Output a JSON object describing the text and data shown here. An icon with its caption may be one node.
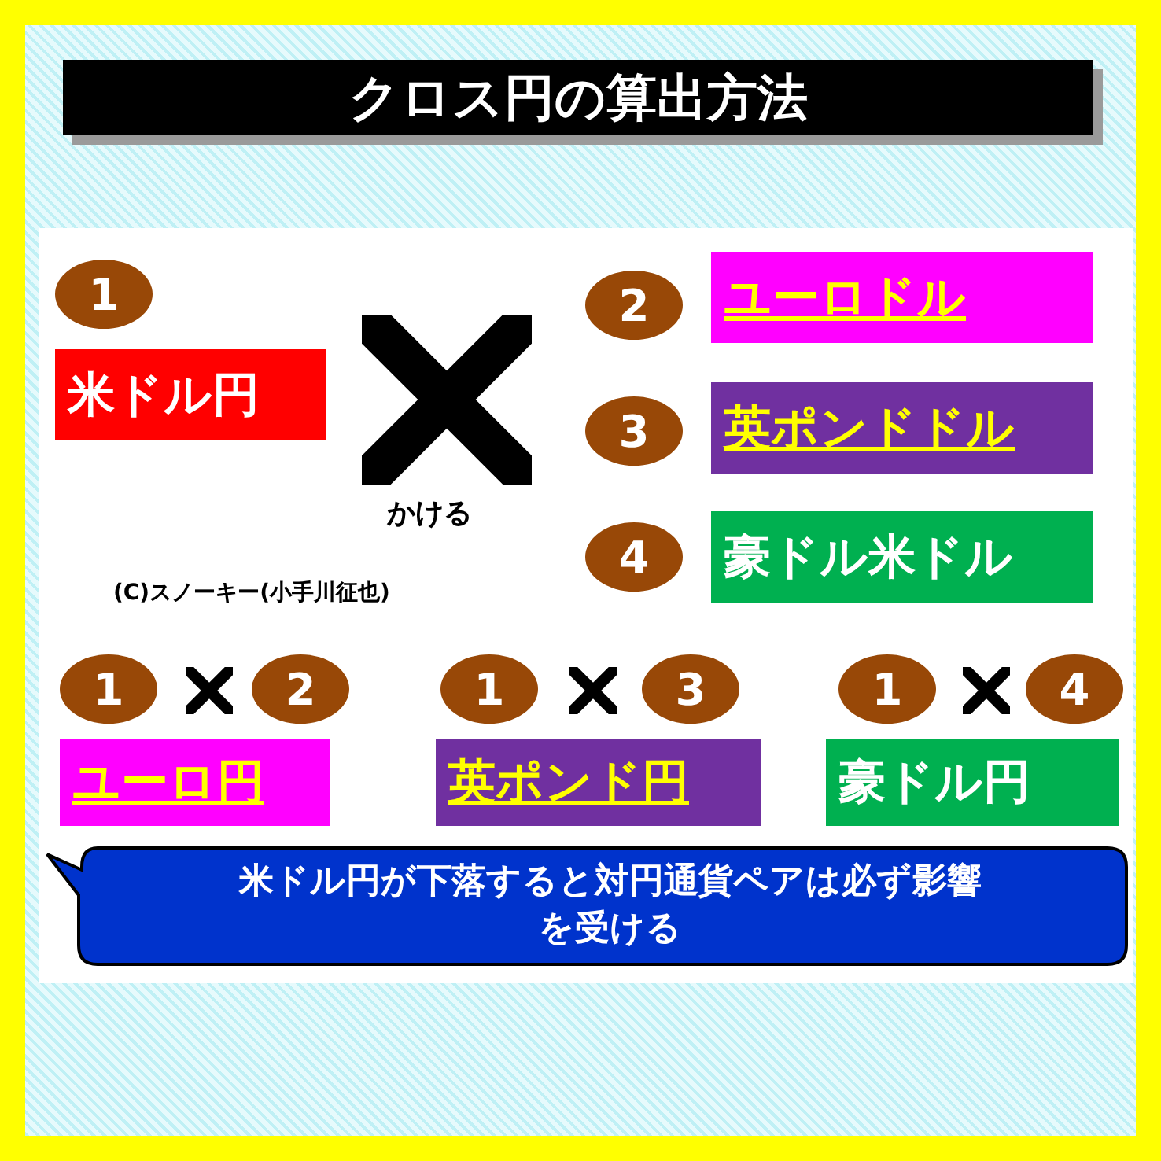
{
  "diagram": {
    "title": "クロス円の算出方法",
    "nodes": [
      {
        "text": [
          "1"
        ]
      },
      {
        "text": [
          "米ドル円"
        ]
      },
      {
        "text": [
          "2"
        ]
      },
      {
        "text": [
          "ユーロドル"
        ]
      },
      {
        "text": [
          "3"
        ]
      },
      {
        "text": [
          "英ポンドドル"
        ]
      },
      {
        "text": [
          "4"
        ]
      },
      {
        "text": [
          "豪ドル米ドル"
        ]
      },
      {
        "text": [
          "1"
        ]
      },
      {
        "text": [
          "2"
        ]
      },
      {
        "text": [
          "1"
        ]
      },
      {
        "text": [
          "3"
        ]
      },
      {
        "text": [
          "1"
        ]
      },
      {
        "text": [
          "4"
        ]
      },
      {
        "text": [
          "ユーロ円"
        ]
      },
      {
        "text": [
          "英ポンド円"
        ]
      },
      {
        "text": [
          "豪ドル円"
        ]
      },
      {
        "text": [
          "米ドル円が下落すると対円通貨ペアは必ず影響を受ける"
        ]
      }
    ],
    "labels": [
      "かける",
      "(C)スノーキー(小手川征也)"
    ]
  }
}
